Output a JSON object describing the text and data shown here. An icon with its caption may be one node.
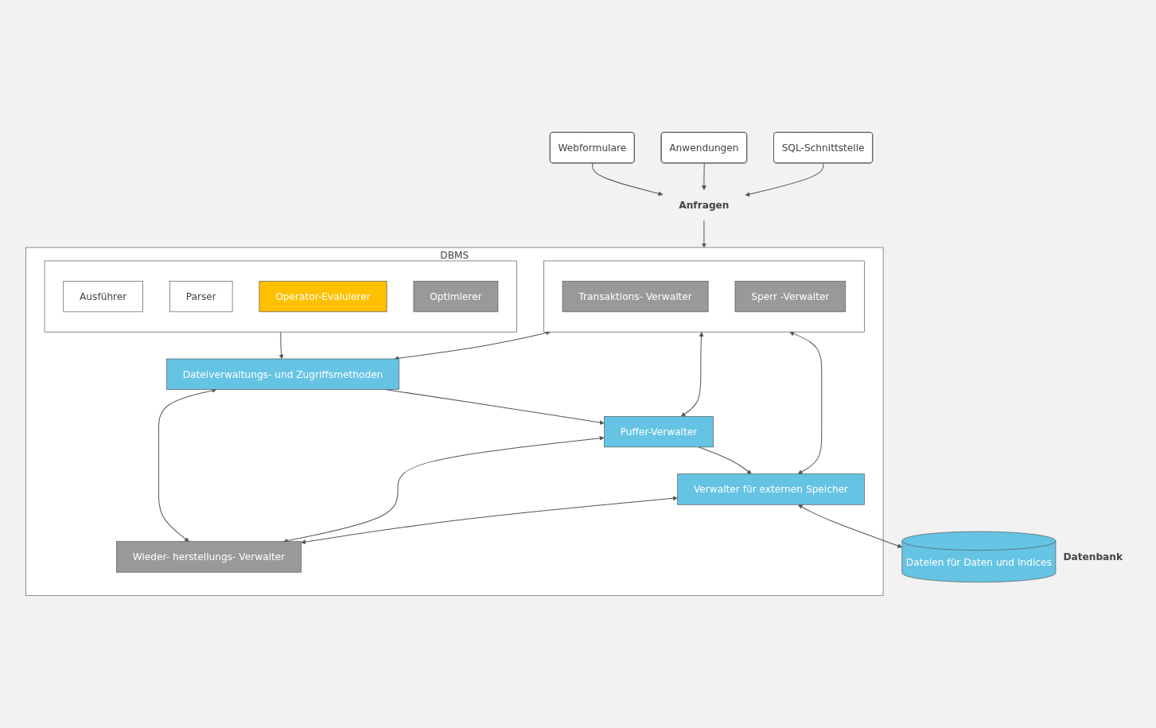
{
  "diagram": {
    "nodes": [
      {
        "text": [
          "Webformulare"
        ]
      },
      {
        "text": [
          "Anwendungen"
        ]
      },
      {
        "text": [
          "SQL-Schnittstelle"
        ]
      },
      {
        "text": [
          "Anfragen"
        ]
      },
      {
        "text": [
          "DBMS"
        ]
      },
      {
        "text": [],
        "shape": "box",
        "in": 4
      },
      {
        "text": [
          "Ausführer"
        ],
        "in": 5
      },
      {
        "text": [
          "Parser"
        ],
        "in": 5
      },
      {
        "text": [
          "Operator-Evaluierer"
        ],
        "in": 5
      },
      {
        "text": [
          "Optimierer"
        ],
        "in": 5
      },
      {
        "text": [],
        "shape": "box",
        "in": 4
      },
      {
        "text": [
          "Transaktions- Verwalter"
        ],
        "in": 10
      },
      {
        "text": [
          "Sperr -Verwalter"
        ],
        "in": 10
      },
      {
        "text": [
          "Dateiverwaltungs- und Zugriffsmethoden"
        ],
        "in": 4
      },
      {
        "text": [
          "Puffer-Verwalter"
        ],
        "in": 4
      },
      {
        "text": [
          "Verwalter für externen Speicher"
        ],
        "in": 4
      },
      {
        "text": [
          "Wieder- herstellungs- Verwalter"
        ],
        "in": 4
      },
      {
        "text": [
          "Dateien für Daten und Indices"
        ],
        "beside": [
          "Datenbank"
        ]
      }
    ],
    "edges": [
      {
        "from": 0,
        "to": 3,
        "arrow": "to"
      },
      {
        "from": 1,
        "to": 3,
        "arrow": "to"
      },
      {
        "from": 2,
        "to": 3,
        "arrow": "to"
      },
      {
        "from": 3,
        "to": 4,
        "arrow": "to"
      },
      {
        "from": 5,
        "to": 13,
        "arrow": "to"
      },
      {
        "from": 10,
        "to": 13,
        "arrow": "both"
      },
      {
        "from": 10,
        "to": 14,
        "arrow": "both"
      },
      {
        "from": 10,
        "to": 15,
        "arrow": "both"
      },
      {
        "from": 13,
        "to": 16,
        "arrow": "both"
      },
      {
        "from": 14,
        "to": 16,
        "arrow": "both"
      },
      {
        "from": 15,
        "to": 16,
        "arrow": "both"
      },
      {
        "from": 13,
        "to": 14,
        "arrow": "to"
      },
      {
        "from": 14,
        "to": 15,
        "arrow": "to"
      },
      {
        "from": 15,
        "to": 17,
        "arrow": "both"
      }
    ]
  }
}
